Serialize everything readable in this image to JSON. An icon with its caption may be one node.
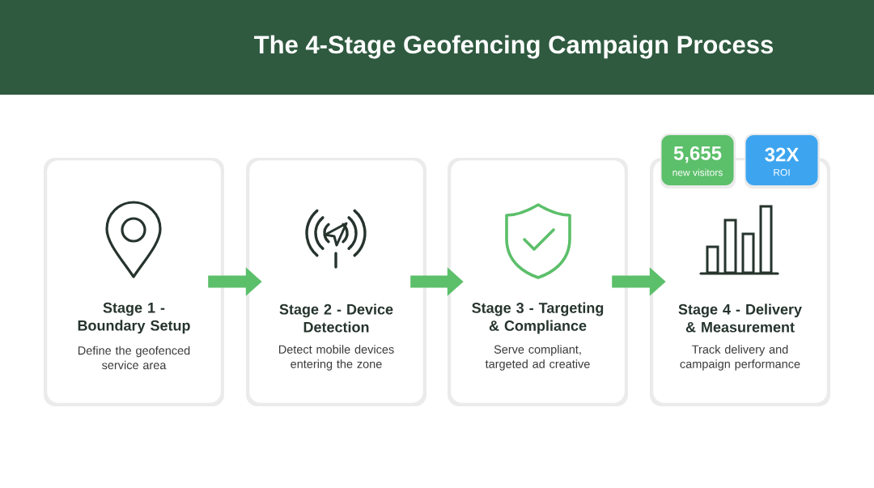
{
  "diagram": {
    "title": "The 4-Stage Geofencing Campaign Process",
    "nodes": [
      {
        "text": [
          "Stage 1 - Boundary Setup",
          "Define the geofenced service area"
        ]
      },
      {
        "text": [
          "Stage 2 - Device Detection",
          "Detect mobile devices entering the zone"
        ]
      },
      {
        "text": [
          "Stage 3 - Targeting & Compliance",
          "Serve compliant, targeted ad creative"
        ]
      },
      {
        "text": [
          "Stage 4 - Delivery & Measurement",
          "Track delivery and campaign performance"
        ]
      },
      {
        "text": [
          "5,655",
          "new visitors"
        ]
      },
      {
        "text": [
          "32X",
          "ROI"
        ]
      }
    ],
    "edges": [
      {
        "from": 0,
        "to": 1,
        "arrow": "to"
      },
      {
        "from": 1,
        "to": 2,
        "arrow": "to"
      },
      {
        "from": 2,
        "to": 3,
        "arrow": "to"
      }
    ]
  }
}
